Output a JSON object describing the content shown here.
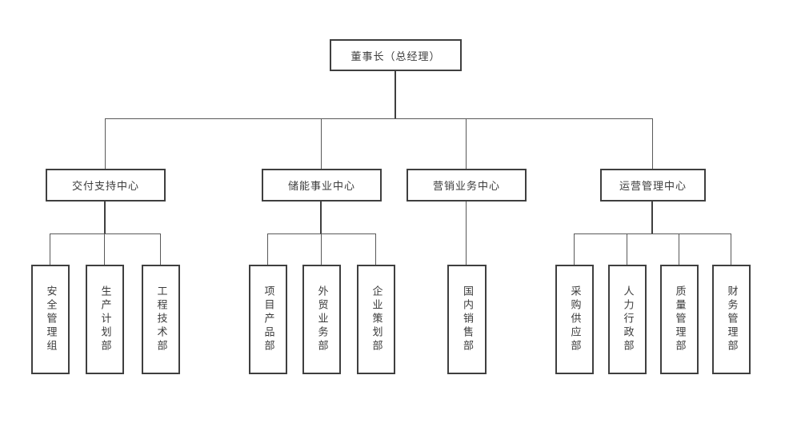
{
  "org_chart": {
    "root": {
      "label": "董事长（总经理）"
    },
    "centers": [
      {
        "label": "交付支持中心",
        "departments": [
          "安全管理组",
          "生产计划部",
          "工程技术部"
        ]
      },
      {
        "label": "储能事业中心",
        "departments": [
          "项目产品部",
          "外贸业务部",
          "企业策划部"
        ]
      },
      {
        "label": "营销业务中心",
        "departments": [
          "国内销售部"
        ]
      },
      {
        "label": "运营管理中心",
        "departments": [
          "采购供应部",
          "人力行政部",
          "质量管理部",
          "财务管理部"
        ]
      }
    ]
  },
  "colors": {
    "box_border": "#3f3f3f",
    "connector": "#595959",
    "text": "#3c3c3c",
    "background": "#ffffff"
  }
}
